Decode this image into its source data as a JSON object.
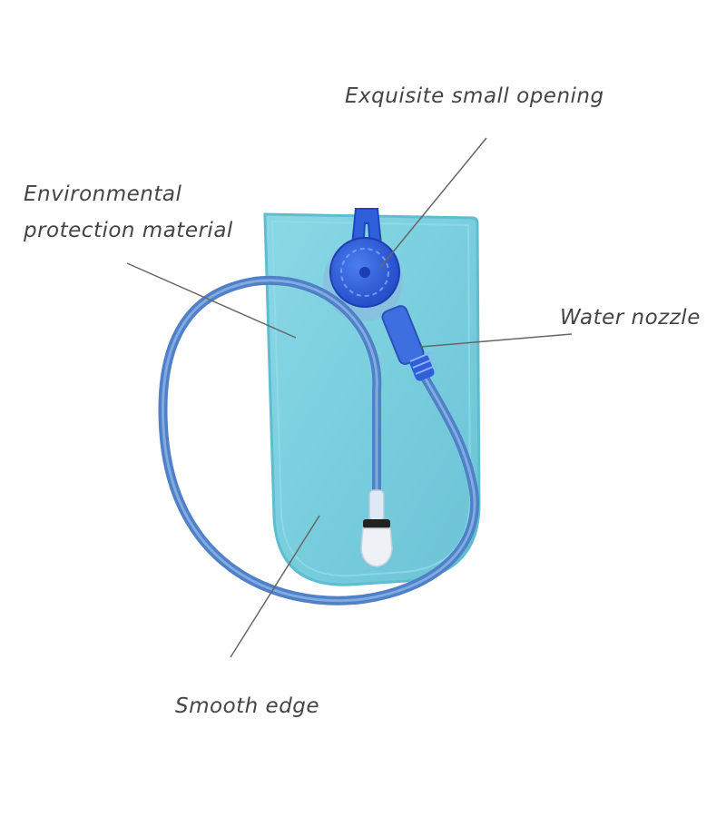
{
  "annotations": {
    "opening": "Exquisite small opening",
    "material": [
      "Environmental",
      "protection material"
    ],
    "nozzle": "Water nozzle",
    "edge": "Smooth edge"
  },
  "colors": {
    "bag": "#7cd0df",
    "bag_edge": "#5fbdd0",
    "cap": "#2f5fd9",
    "tube": "#5b8ed0",
    "leader_line": "#666666",
    "label_text": "#444444"
  }
}
